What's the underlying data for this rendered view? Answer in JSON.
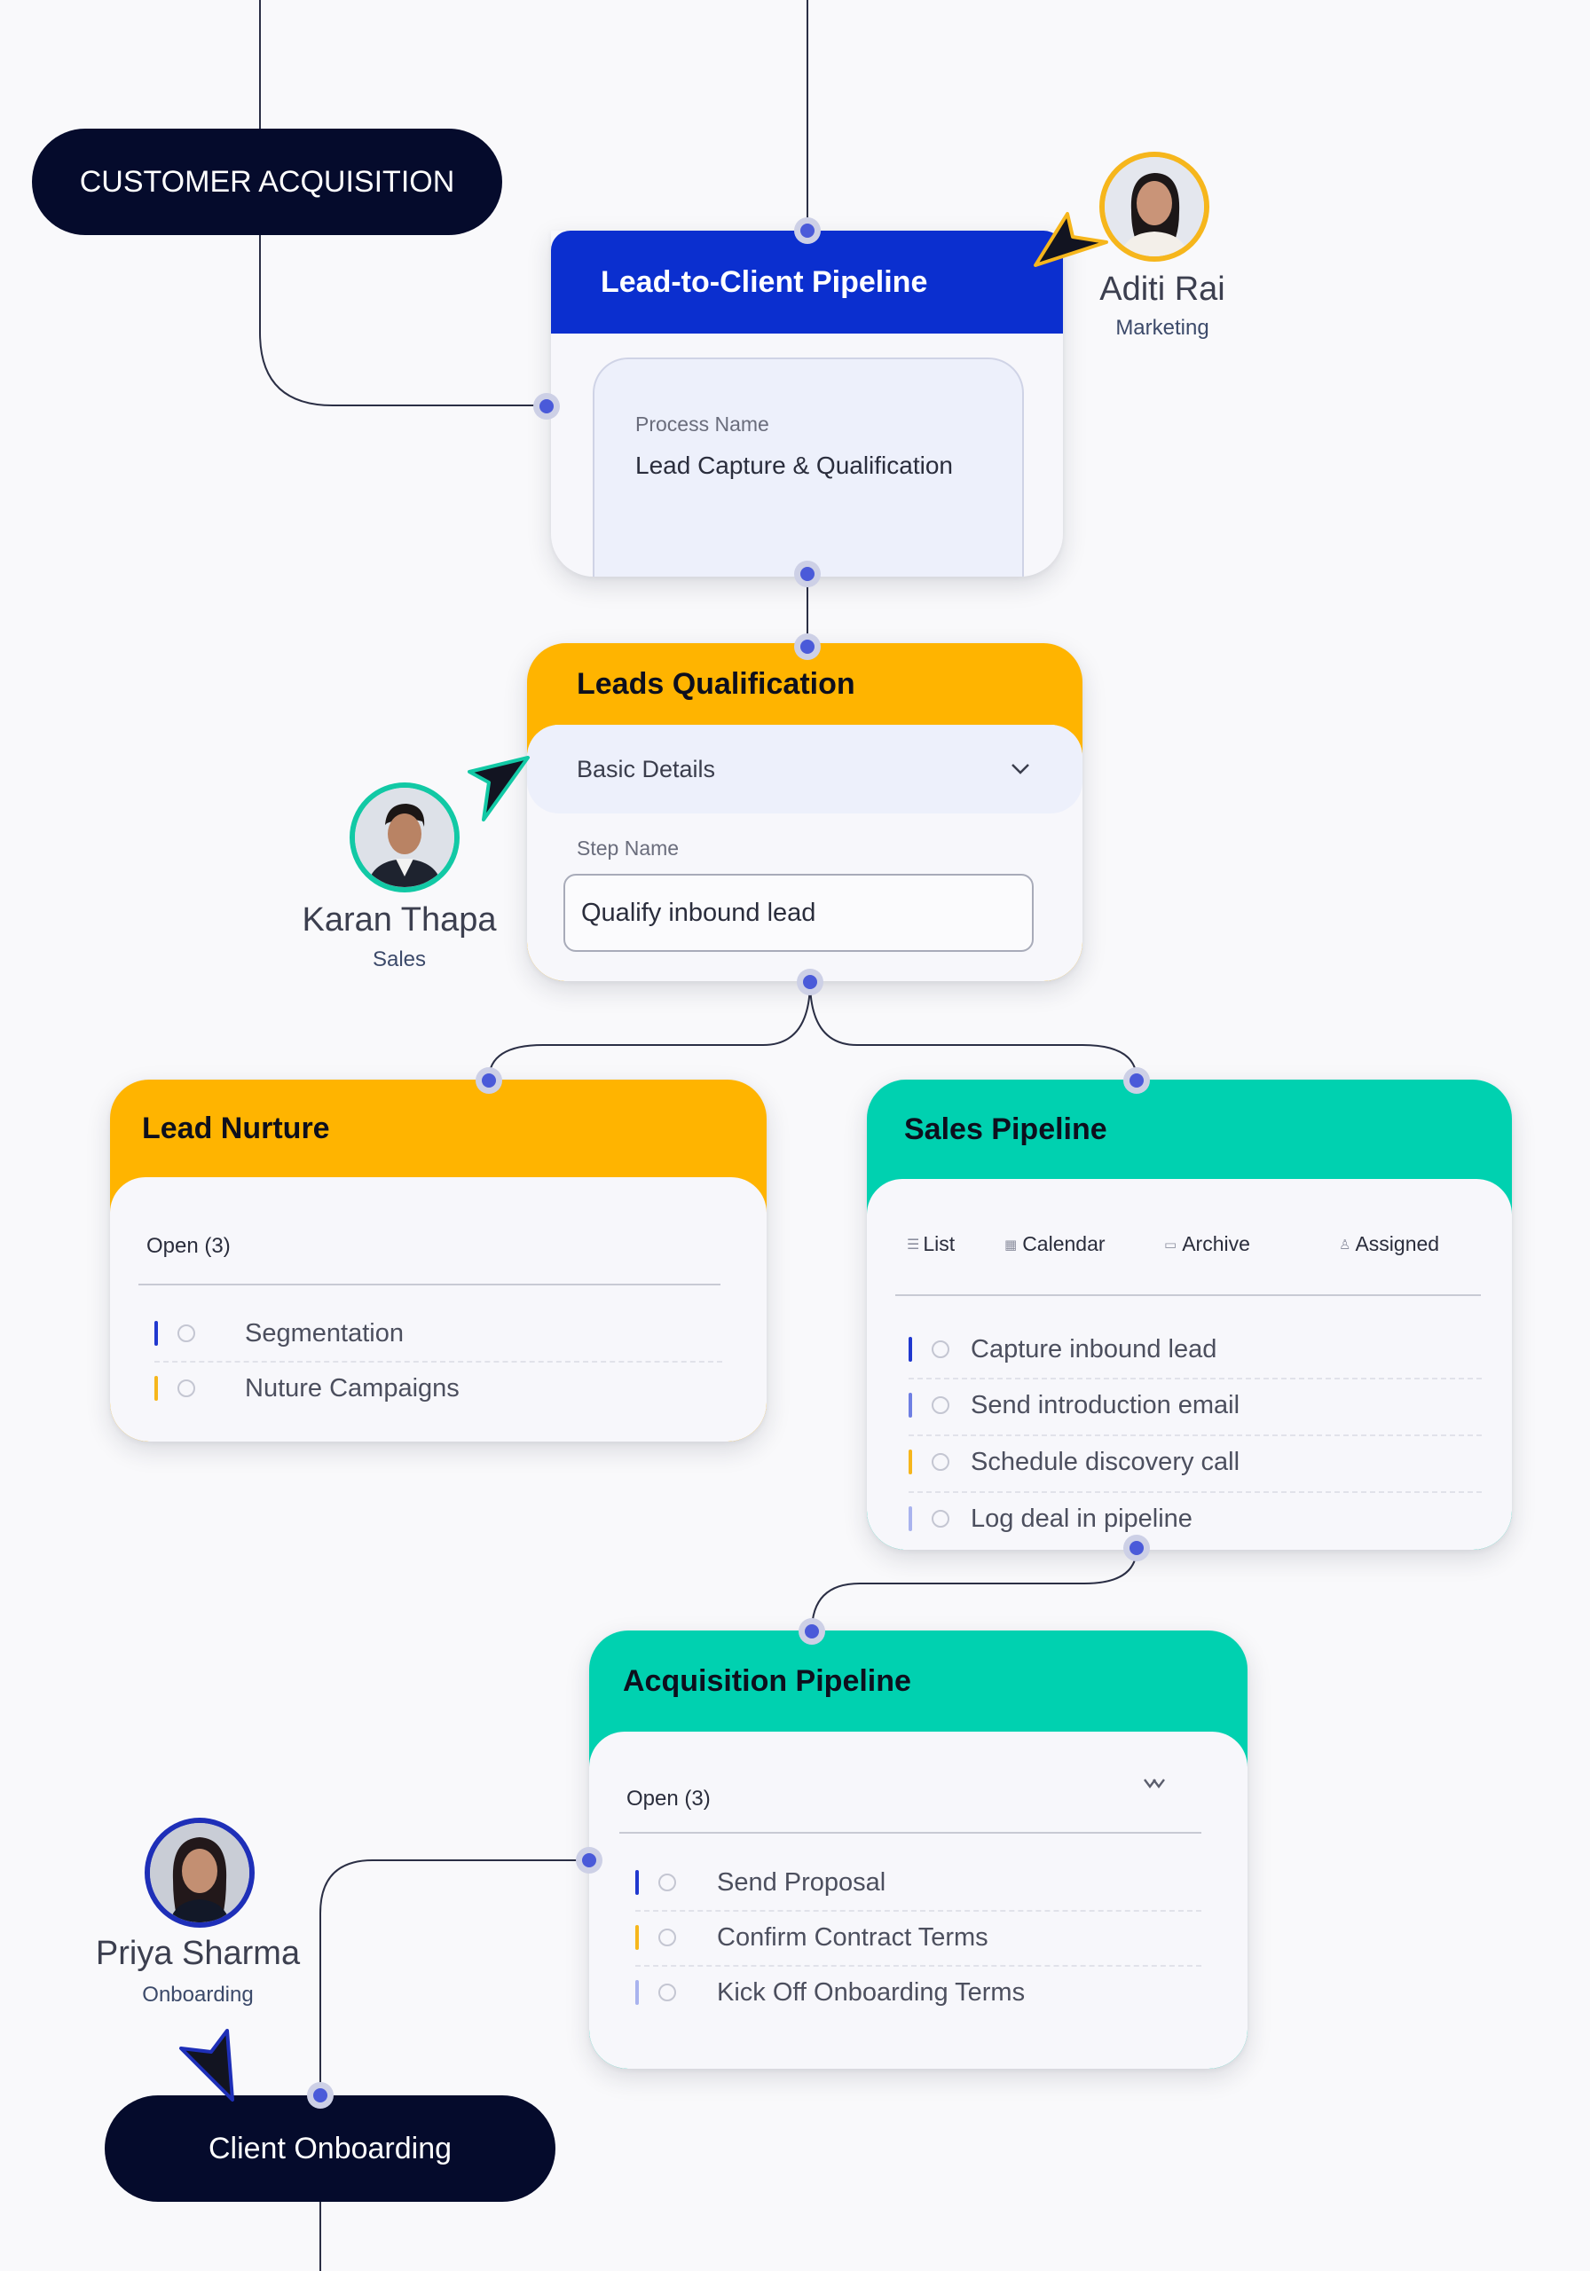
{
  "start_node": {
    "label": "CUSTOMER ACQUISITION"
  },
  "lead_to_client": {
    "title": "Lead-to-Client Pipeline",
    "field_label": "Process Name",
    "field_value": "Lead Capture & Qualification",
    "header_color": "#0b2fcf"
  },
  "leads_qualification": {
    "title": "Leads Qualification",
    "section": "Basic Details",
    "step_label": "Step Name",
    "step_value": "Qualify inbound lead",
    "header_color": "#ffb400"
  },
  "lead_nurture": {
    "title": "Lead Nurture",
    "open_label": "Open (3)",
    "items": [
      {
        "label": "Segmentation",
        "accent": "#2038cf"
      },
      {
        "label": "Nuture Campaigns",
        "accent": "#f6b61c"
      }
    ],
    "header_color": "#ffb400"
  },
  "sales_pipeline": {
    "title": "Sales Pipeline",
    "tabs": [
      {
        "label": "List",
        "icon": "list-icon"
      },
      {
        "label": "Calendar",
        "icon": "calendar-icon"
      },
      {
        "label": "Archive",
        "icon": "folder-icon"
      },
      {
        "label": "Assigned",
        "icon": "person-icon"
      }
    ],
    "items": [
      {
        "label": "Capture inbound lead",
        "accent": "#2038cf"
      },
      {
        "label": "Send introduction email",
        "accent": "#6f7fe3"
      },
      {
        "label": "Schedule discovery call",
        "accent": "#f6b61c"
      },
      {
        "label": "Log deal in pipeline",
        "accent": "#a9b3ee"
      }
    ],
    "header_color": "#00d1b0"
  },
  "acquisition_pipeline": {
    "title": "Acquisition Pipeline",
    "open_label": "Open (3)",
    "items": [
      {
        "label": "Send Proposal",
        "accent": "#2038cf"
      },
      {
        "label": "Confirm Contract Terms",
        "accent": "#f6b61c"
      },
      {
        "label": "Kick Off Onboarding Terms",
        "accent": "#a9b3ee"
      }
    ],
    "header_color": "#00d1b0"
  },
  "end_node": {
    "label": "Client Onboarding"
  },
  "people": [
    {
      "name": "Aditi Rai",
      "role": "Marketing",
      "ring_color": "#f6b61c"
    },
    {
      "name": "Karan Thapa",
      "role": "Sales",
      "ring_color": "#12c9a5"
    },
    {
      "name": "Priya Sharma",
      "role": "Onboarding",
      "ring_color": "#1e2fb8"
    }
  ],
  "colors": {
    "connector_dot": "#4a5ad9",
    "wire": "#2b2f45",
    "dark_node": "#050b2c"
  }
}
